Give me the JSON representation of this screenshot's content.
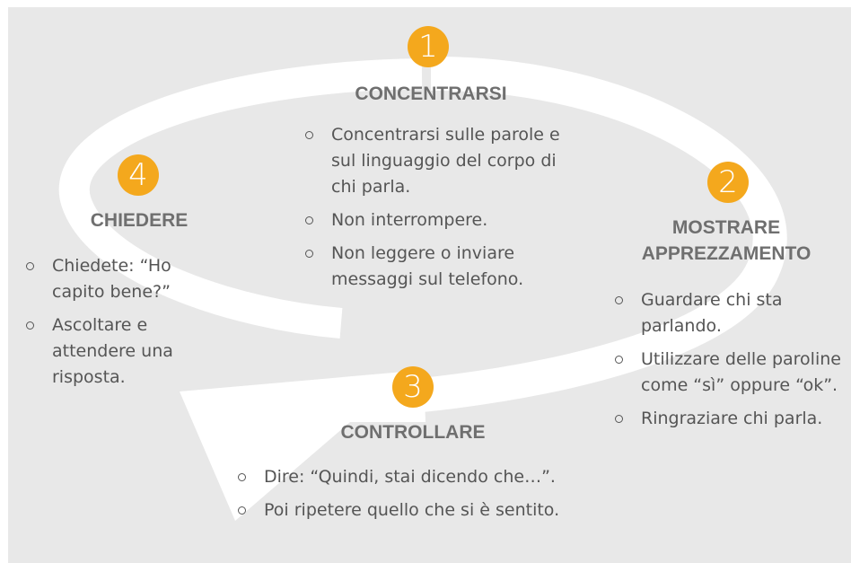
{
  "accent_color": "#f4a81d",
  "steps": [
    {
      "number": "1",
      "title": "CONCENTRARSI",
      "bullets": [
        "Concentrarsi sulle parole e sul linguaggio del corpo di chi parla.",
        "Non interrompere.",
        "Non leggere o inviare messaggi sul telefono."
      ]
    },
    {
      "number": "2",
      "title_lines": [
        "MOSTRARE",
        "APPREZZAMENTO"
      ],
      "bullets": [
        "Guardare chi sta parlando.",
        "Utilizzare delle paroline come “sì” oppure “ok”.",
        "Ringraziare chi parla."
      ]
    },
    {
      "number": "3",
      "title": "CONTROLLARE",
      "bullets": [
        "Dire: “Quindi, stai dicendo che…”.",
        "Poi ripetere quello che si è sentito."
      ]
    },
    {
      "number": "4",
      "title": "CHIEDERE",
      "bullets": [
        "Chiedete: “Ho capito bene?”",
        "Ascoltare e attendere una risposta."
      ]
    }
  ]
}
